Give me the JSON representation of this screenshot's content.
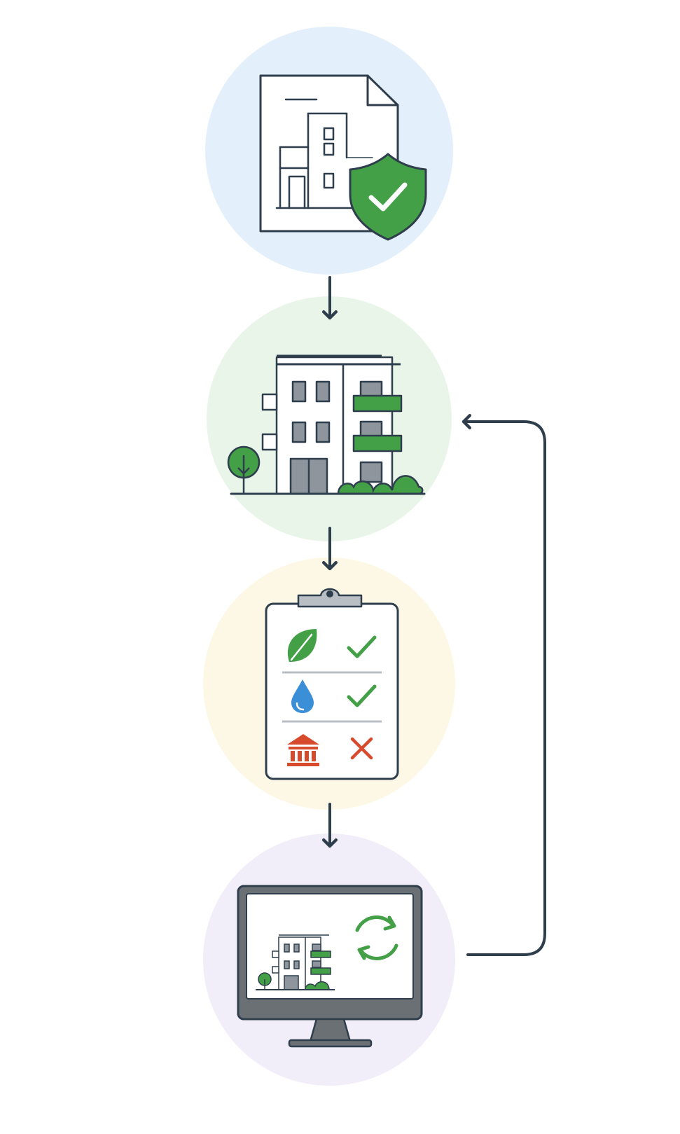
{
  "colors": {
    "stroke": "#2f3e4c",
    "green": "#43a047",
    "green_dark": "#2e7d32",
    "blue": "#3a8fd6",
    "red": "#d84a2c",
    "gray": "#8e959c",
    "bg_blue": "#e3f0fb",
    "bg_green": "#eaf5ea",
    "bg_yellow": "#fdf8e6",
    "bg_purple": "#f1edf9"
  },
  "steps": [
    {
      "icon": "building-plan-document-with-shield-icon"
    },
    {
      "icon": "green-apartment-building-icon"
    },
    {
      "icon": "sustainability-checklist-clipboard-icon",
      "checks": [
        {
          "icon": "leaf-icon",
          "status": "pass"
        },
        {
          "icon": "water-drop-icon",
          "status": "pass"
        },
        {
          "icon": "government-building-icon",
          "status": "fail"
        }
      ]
    },
    {
      "icon": "monitor-building-refresh-icon"
    }
  ],
  "flow": {
    "feedback": "from-step-4-to-step-2"
  }
}
